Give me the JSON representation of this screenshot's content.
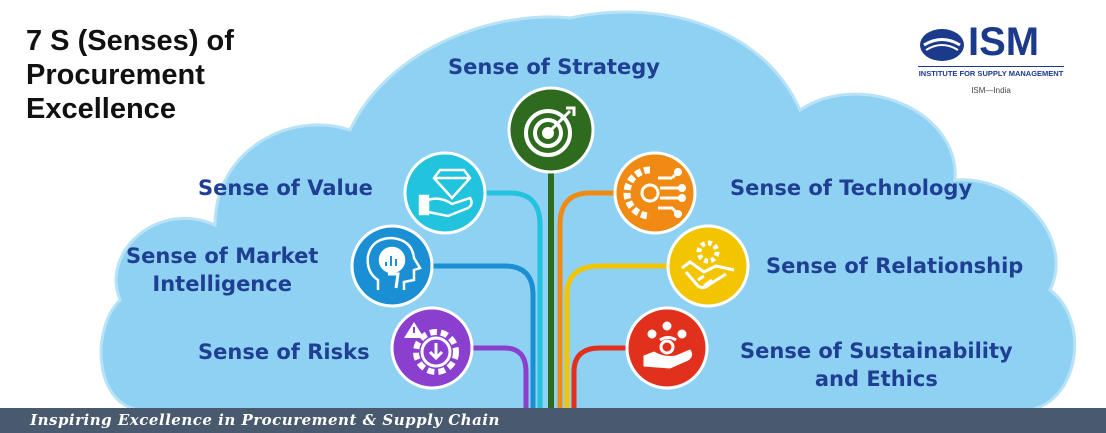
{
  "title": {
    "lines": [
      "7 S (Senses) of",
      "Procurement",
      "Excellence"
    ]
  },
  "logo": {
    "word": "ISM",
    "subtitle": "INSTITUTE FOR SUPPLY MANAGEMENT",
    "region": "ISM—India"
  },
  "senses": {
    "strategy": {
      "label": "Sense of Strategy",
      "color": "#2f6b1f",
      "icon": "target-icon"
    },
    "value": {
      "label": "Sense of Value",
      "color": "#22c3dc",
      "icon": "diamond-hand-icon"
    },
    "market": {
      "line1": "Sense of Market",
      "line2": "Intelligence",
      "color": "#1b8fd3",
      "icon": "head-chart-icon"
    },
    "risks": {
      "label": "Sense of Risks",
      "color": "#8a3fcf",
      "icon": "gear-alert-icon"
    },
    "technology": {
      "label": "Sense of Technology",
      "color": "#f08a12",
      "icon": "gear-circuit-icon"
    },
    "relationship": {
      "label": "Sense of Relationship",
      "color": "#f2c500",
      "icon": "handshake-icon"
    },
    "sustainability": {
      "line1": "Sense of Sustainability",
      "line2": "and Ethics",
      "color": "#e1301c",
      "icon": "people-hand-icon"
    }
  },
  "colors": {
    "cloud": "#8fd1f3",
    "cloud_edge": "#a9dcf6",
    "label_text": "#1f3f93",
    "footer_bg": "#495a6e"
  },
  "footer": {
    "tagline": "Inspiring Excellence in Procurement & Supply Chain"
  }
}
